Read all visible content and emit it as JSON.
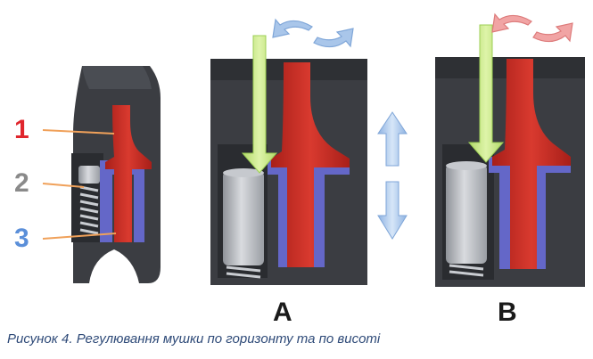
{
  "labels": {
    "part_1": "1",
    "part_2": "2",
    "part_3": "3",
    "panel_a": "A",
    "panel_b": "B"
  },
  "caption": "Рисунок 4. Регулювання мушки по горизонту та по висоті",
  "colors": {
    "body": "#3b3d42",
    "body_dark": "#2c2e32",
    "pin_red": "#c42a22",
    "pin_red_light": "#e0584c",
    "housing_blue": "#6467c8",
    "spring_grey": "#b9bcc2",
    "green_arrow": "#c4e67e",
    "blue_arrow": "#a9c6ea",
    "pink_arrow": "#f1a4a4",
    "label_1": "#e0262d",
    "label_2": "#8a8a8a",
    "label_3": "#5b8fd9",
    "caption": "#2e4a78",
    "leader": "#f0a15a"
  }
}
